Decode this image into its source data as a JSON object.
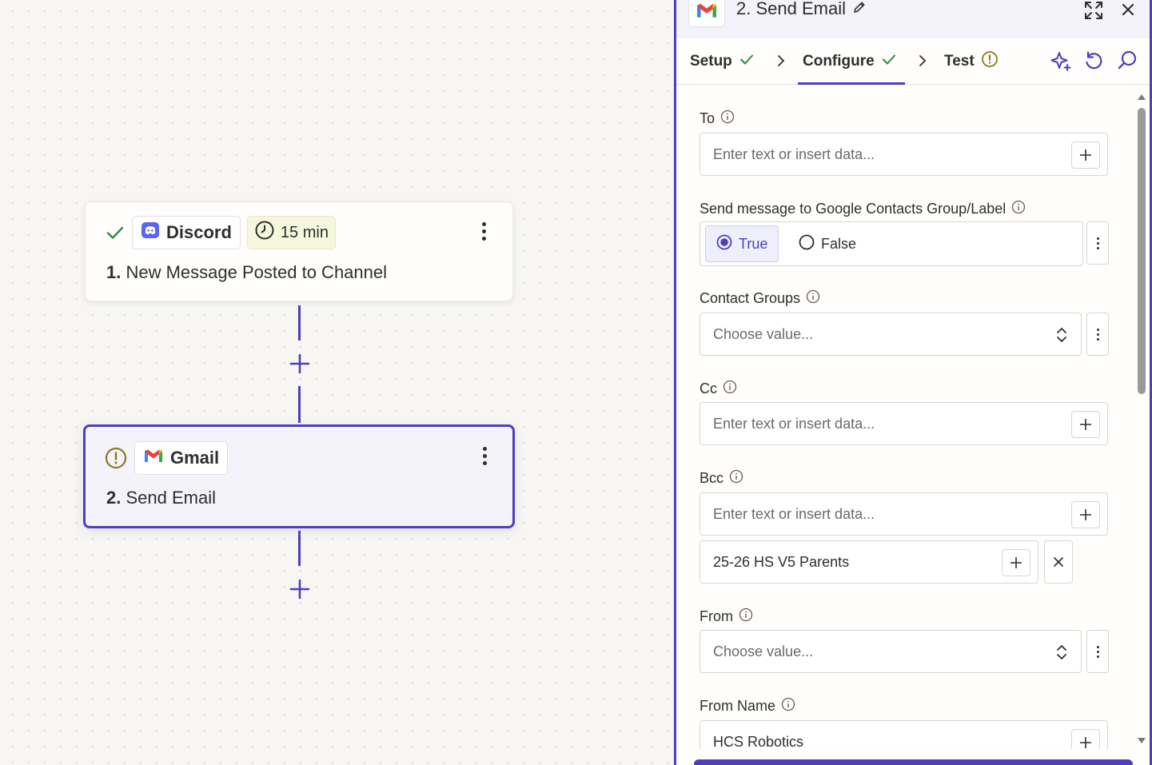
{
  "canvas": {
    "step1": {
      "app_name": "Discord",
      "schedule": "15 min",
      "number": "1.",
      "title": "New Message Posted to Channel"
    },
    "step2": {
      "app_name": "Gmail",
      "number": "2.",
      "title": "Send Email"
    }
  },
  "panel": {
    "title": "2. Send Email",
    "tabs": [
      {
        "label": "Setup",
        "status": "complete"
      },
      {
        "label": "Configure",
        "status": "complete"
      },
      {
        "label": "Test",
        "status": "warning"
      }
    ],
    "fields": {
      "to": {
        "label": "To",
        "placeholder": "Enter text or insert data..."
      },
      "send_to_group": {
        "label": "Send message to Google Contacts Group/Label",
        "options": [
          "True",
          "False"
        ],
        "selected": "True"
      },
      "contact_groups": {
        "label": "Contact Groups",
        "placeholder": "Choose value..."
      },
      "cc": {
        "label": "Cc",
        "placeholder": "Enter text or insert data..."
      },
      "bcc": {
        "label": "Bcc",
        "placeholder": "Enter text or insert data...",
        "extra_value": "25-26 HS V5 Parents"
      },
      "from": {
        "label": "From",
        "placeholder": "Choose value..."
      },
      "from_name": {
        "label": "From Name",
        "value": "HCS Robotics"
      }
    }
  },
  "colors": {
    "accent": "#503ebd",
    "success": "#2f8a3f",
    "warning": "#8a7a1d"
  }
}
